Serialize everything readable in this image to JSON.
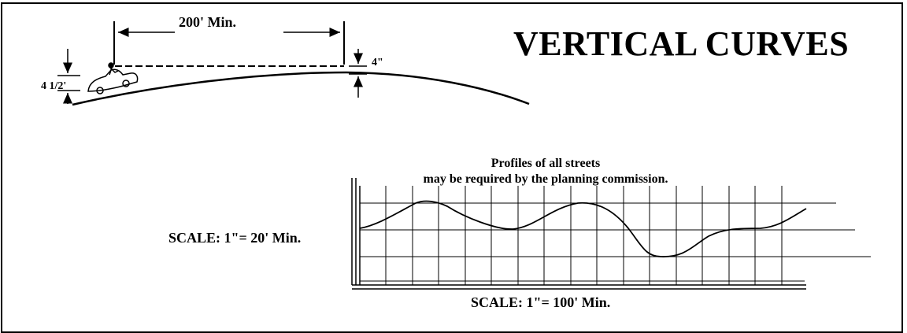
{
  "title": "VERTICAL CURVES",
  "sight_diagram": {
    "distance_label": "200' Min.",
    "eye_height_label": "4 1/2'",
    "object_height_label": "4\""
  },
  "profile": {
    "caption_line1": "Profiles of all streets",
    "caption_line2": "may be required by the planning commission.",
    "vertical_scale": "SCALE: 1\"= 20' Min.",
    "horizontal_scale": "SCALE: 1\"= 100' Min."
  }
}
